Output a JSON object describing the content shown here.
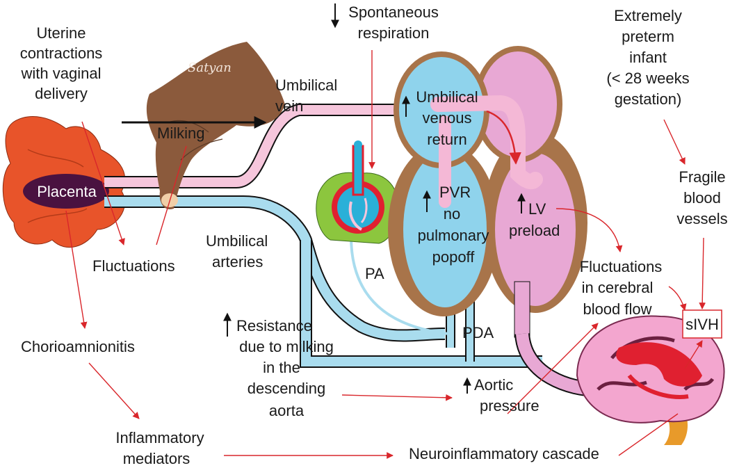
{
  "labels": {
    "uterine": [
      "Uterine",
      "contractions",
      "with vaginal",
      "delivery"
    ],
    "spontaneous": [
      "Spontaneous",
      "respiration"
    ],
    "preterm": [
      "Extremely",
      "preterm",
      "infant",
      "(< 28 weeks",
      "gestation)"
    ],
    "umbilical_vein": [
      "Umbilical",
      "vein"
    ],
    "umbilical_return": [
      "Umbilical",
      "venous",
      "return"
    ],
    "milking": "Milking",
    "placenta": "Placenta",
    "pvr": [
      "PVR",
      "no",
      "pulmonary",
      "popoff"
    ],
    "lv": [
      "LV",
      "preload"
    ],
    "fragile": [
      "Fragile",
      "blood",
      "vessels"
    ],
    "fluctuations": "Fluctuations",
    "umbilical_arteries": [
      "Umbilical",
      "arteries"
    ],
    "pa": "PA",
    "cerebral": [
      "Fluctuations",
      "in cerebral",
      "blood flow"
    ],
    "sivh": "sIVH",
    "chorio": "Chorioamnionitis",
    "resistance": [
      "Resistance",
      "due to milking",
      "in the",
      "descending",
      "aorta"
    ],
    "pda": "PDA",
    "aortic": [
      "Aortic",
      "pressure"
    ],
    "inflammatory": [
      "Inflammatory",
      "mediators"
    ],
    "neuro": "Neuroinflammatory cascade",
    "signature": "Satyan"
  },
  "colors": {
    "red_arrow": "#d9262b",
    "placenta": "#e8542a",
    "placenta_core": "#4a1240",
    "vein": "#f6c6dc",
    "artery": "#a9dcee",
    "heart_blue": "#8fd3ec",
    "heart_pink": "#e8a8d4",
    "heart_brown": "#a8744a",
    "hand": "#8b5a3c",
    "brain": "#f3a6cf",
    "brain_red": "#e02030",
    "lung": "#8cc63e"
  },
  "icons": {
    "hand": "hand-icon",
    "heart": "heart-icon",
    "lung": "lung-icon",
    "brain": "brain-icon"
  }
}
